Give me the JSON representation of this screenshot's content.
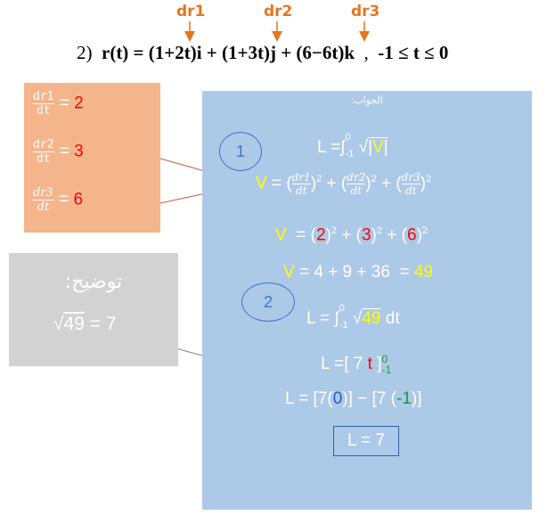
{
  "header": {
    "labels": [
      "dr1",
      "dr2",
      "dr3"
    ],
    "problem_number": "2)",
    "equation": "r(t) = (1+2t)i + (1+3t)j + (6−6t)k",
    "range": "-1 ≤ t ≤ 0"
  },
  "derivatives": [
    {
      "num": "dr1",
      "den": "dt",
      "value": "2"
    },
    {
      "num": "dr2",
      "den": "dt",
      "value": "3"
    },
    {
      "num": "dr3",
      "den": "dt",
      "value": "6"
    }
  ],
  "explanation": {
    "title": "توضيح:",
    "root": "49",
    "result": "= 7"
  },
  "answer": {
    "heading": "الجواب:",
    "step1_number": "1",
    "step2_number": "2",
    "formula": "L = ∫₋₁⁰ √|V|",
    "v_line": "V = (dr1/dt)² + (dr2/dt)² + (dr3/dt)²",
    "v_subst": "V = (2)² + (3)² + (6)²",
    "v_sum": "V = 4 + 9 + 36 = 49",
    "integral": "L = ∫₋₁⁰ √49 dt",
    "antideriv": "L = [ 7 t ]₋₁⁰",
    "evaluate": "L = [7(0)] − [7 (-1)]",
    "final": "L = 7"
  },
  "colors": {
    "orange_label": "#e4761f",
    "orange_box": "#f5b58c",
    "blue_box": "#adc9e8",
    "gray_box": "#d2d2d2",
    "yellow": "#ffff00",
    "red": "#ff0000",
    "green": "#1a9a3a",
    "circle_blue": "#4472c4"
  }
}
